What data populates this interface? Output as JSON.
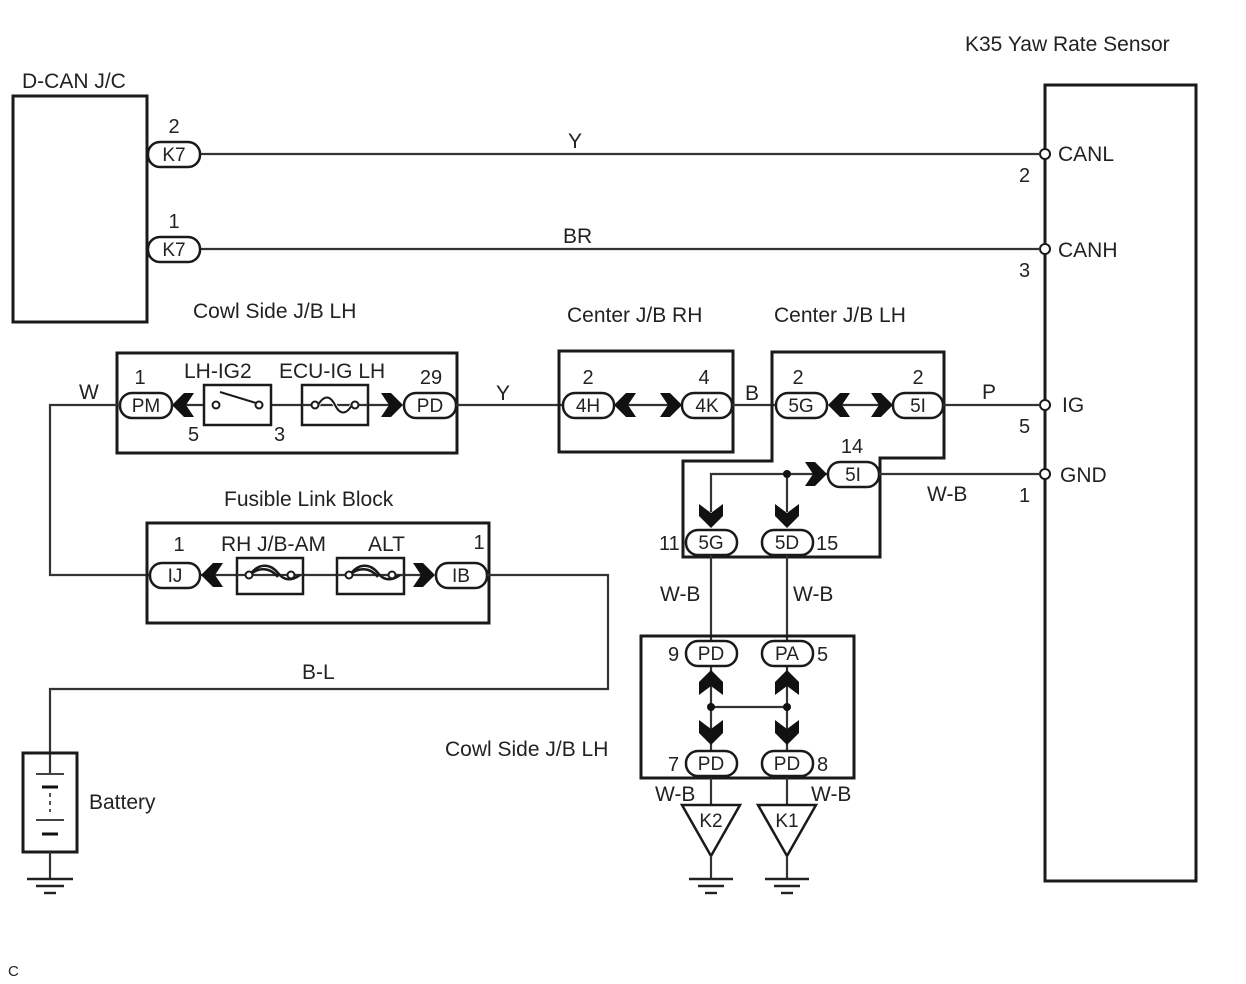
{
  "components": {
    "dcan": {
      "title": "D-CAN J/C"
    },
    "sensor": {
      "title": "K35 Yaw Rate Sensor",
      "terminals": [
        {
          "name": "CANL",
          "pin": "2"
        },
        {
          "name": "CANH",
          "pin": "3"
        },
        {
          "name": "IG",
          "pin": "5"
        },
        {
          "name": "GND",
          "pin": "1"
        }
      ]
    },
    "cowl_top": {
      "title": "Cowl Side J/B LH",
      "relay": "LH-IG2",
      "fuse": "ECU-IG LH",
      "relay_pin_left": "5",
      "relay_pin_right": "3"
    },
    "center_rh": {
      "title": "Center J/B RH"
    },
    "center_lh": {
      "title": "Center J/B LH"
    },
    "fusible": {
      "title": "Fusible Link Block",
      "fuse_left": "RH J/B-AM",
      "fuse_right": "ALT"
    },
    "cowl_bottom": {
      "title": "Cowl Side J/B LH"
    },
    "battery": {
      "title": "Battery"
    }
  },
  "connectors": {
    "k7_top": {
      "code": "K7",
      "pin": "2"
    },
    "k7_bottom": {
      "code": "K7",
      "pin": "1"
    },
    "pm": {
      "code": "PM",
      "pin": "1"
    },
    "pd29": {
      "code": "PD",
      "pin": "29"
    },
    "h4": {
      "code": "4H",
      "pin": "2"
    },
    "k4": {
      "code": "4K",
      "pin": "4"
    },
    "g5_top": {
      "code": "5G",
      "pin": "2"
    },
    "i5_top": {
      "code": "5I",
      "pin": "2"
    },
    "i5_mid": {
      "code": "5I",
      "pin": "14"
    },
    "g5_bot": {
      "code": "5G",
      "pin": "11"
    },
    "d5": {
      "code": "5D",
      "pin": "15"
    },
    "ij": {
      "code": "IJ",
      "pin": "1"
    },
    "ib": {
      "code": "IB",
      "pin": "1"
    },
    "pd9": {
      "code": "PD",
      "pin": "9"
    },
    "pa5": {
      "code": "PA",
      "pin": "5"
    },
    "pd7": {
      "code": "PD",
      "pin": "7"
    },
    "pd8": {
      "code": "PD",
      "pin": "8"
    }
  },
  "grounds": {
    "k2": "K2",
    "k1": "K1"
  },
  "wires": {
    "canl": "Y",
    "canh": "BR",
    "w": "W",
    "y_ig": "Y",
    "b": "B",
    "p": "P",
    "wb_gnd": "W-B",
    "wb_left": "W-B",
    "wb_right": "W-B",
    "wb_k2": "W-B",
    "wb_k1": "W-B",
    "bl": "B-L"
  },
  "footer": {
    "code": "C"
  }
}
